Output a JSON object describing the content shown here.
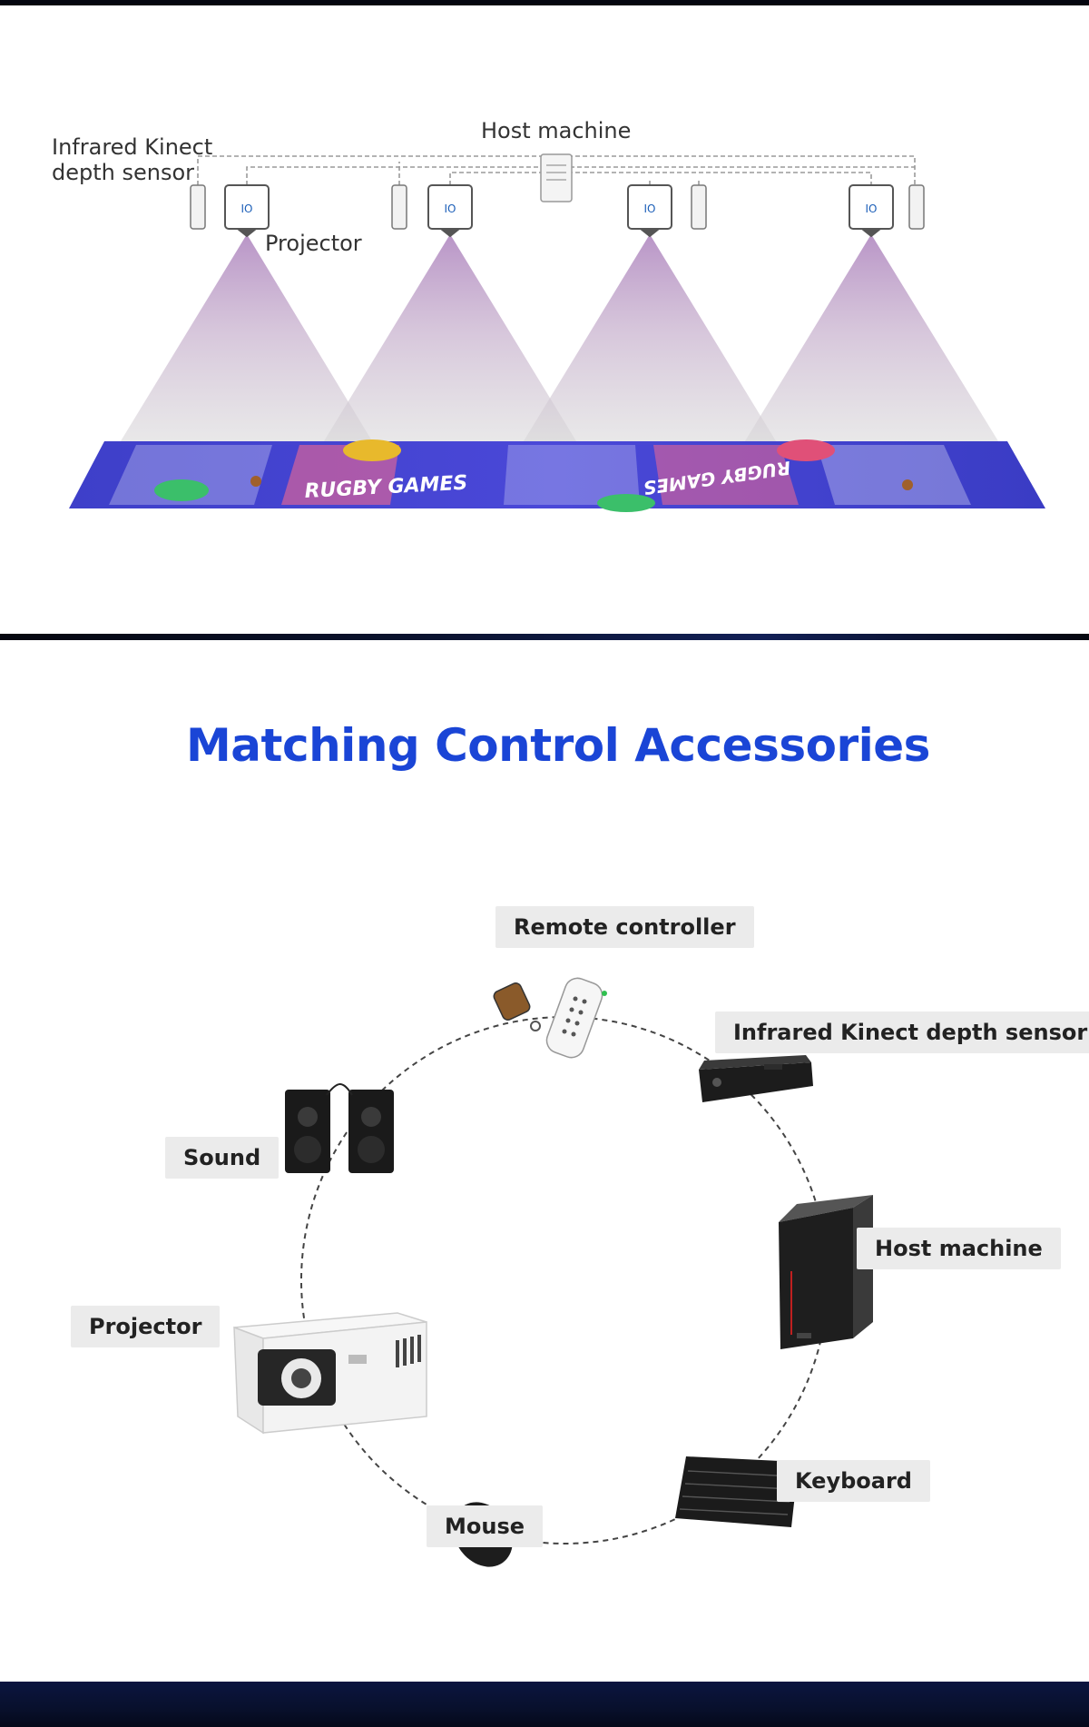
{
  "diagram": {
    "host_machine_label": "Host machine",
    "sensor_label_line1": "Infrared Kinect",
    "sensor_label_line2": "depth sensor",
    "projector_label": "Projector",
    "floor_text_1": "RUGBY GAMES",
    "floor_text_2": "RUGBY GAMES",
    "projector_lens_glyph": "IO"
  },
  "section": {
    "title": "Matching Control Accessories"
  },
  "accessories": {
    "remote": "Remote controller",
    "sensor": "Infrared Kinect depth sensor",
    "host": "Host machine",
    "keyboard": "Keyboard",
    "mouse": "Mouse",
    "projector": "Projector",
    "sound": "Sound"
  },
  "colors": {
    "title_blue": "#1a45d6",
    "label_bg": "#ebebeb",
    "dark_band": "#0b1540"
  }
}
